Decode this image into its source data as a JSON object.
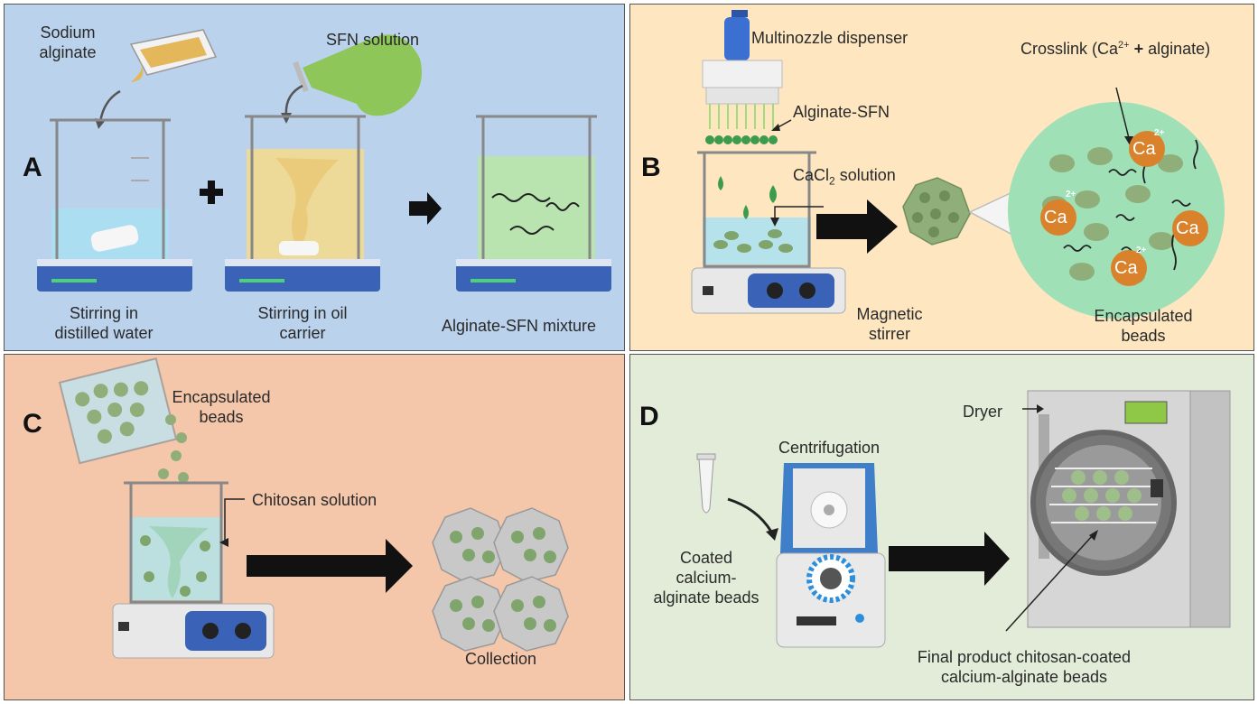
{
  "colors": {
    "panel_a": "#bad2ec",
    "panel_b": "#fde6c0",
    "panel_c": "#f4c6aa",
    "panel_d": "#e2ecd8",
    "bead_green": "#8fae7a",
    "calcium_orange": "#d9822b",
    "stirrer_blue": "#3a63b8"
  },
  "panel_a": {
    "letter": "A",
    "sodium_alginate": [
      "Sodium",
      "alginate"
    ],
    "sfn_solution": "SFN solution",
    "beaker1_caption": [
      "Stirring in",
      "distilled water"
    ],
    "beaker2_caption": [
      "Stirring in oil",
      "carrier"
    ],
    "beaker3_caption": "Alginate-SFN mixture"
  },
  "panel_b": {
    "letter": "B",
    "dispenser": "Multinozzle dispenser",
    "alginate_sfn": "Alginate-SFN",
    "cacl2_text": "CaCl",
    "cacl2_sub": "2",
    "cacl2_rest": " solution",
    "crosslink_prefix": "Crosslink (Ca",
    "crosslink_sup": "2+",
    "crosslink_plus": " + ",
    "crosslink_suffix": "alginate)",
    "magnetic_stirrer": [
      "Magnetic",
      "stirrer"
    ],
    "encapsulated_beads": [
      "Encapsulated",
      "beads"
    ],
    "ion_label": "Ca",
    "ion_charge": "2+"
  },
  "panel_c": {
    "letter": "C",
    "encapsulated_beads": [
      "Encapsulated",
      "beads"
    ],
    "chitosan_solution": "Chitosan solution",
    "collection": "Collection"
  },
  "panel_d": {
    "letter": "D",
    "dryer": "Dryer",
    "centrifugation": "Centrifugation",
    "coated_beads": [
      "Coated",
      "calcium-",
      "alginate beads"
    ],
    "final_product": [
      "Final product chitosan-coated",
      "calcium-alginate beads"
    ]
  }
}
